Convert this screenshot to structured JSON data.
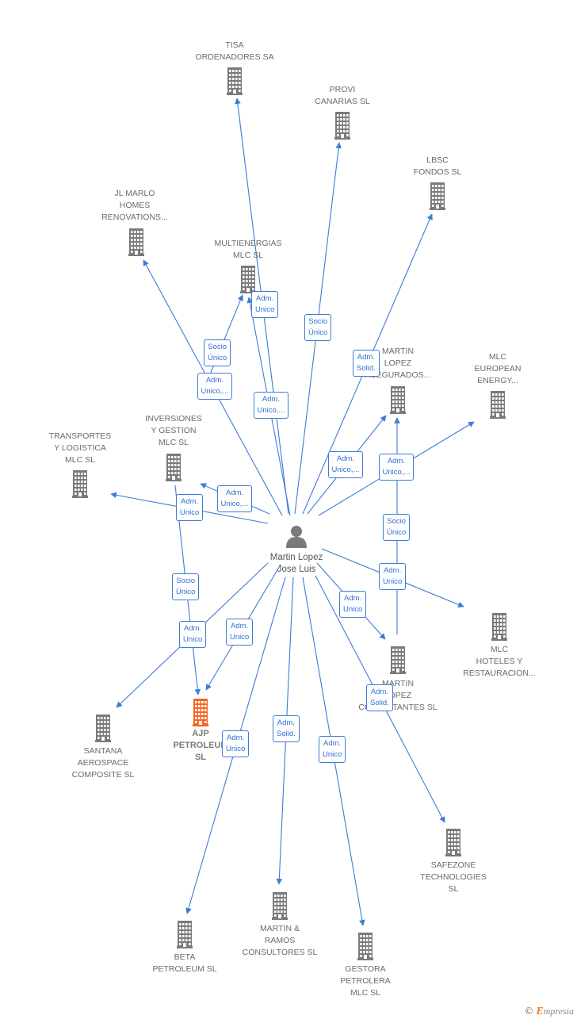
{
  "center": {
    "name": "Martin Lopez\nJose Luis",
    "icon": "person-icon"
  },
  "companies": [
    {
      "id": "tisa",
      "name": "TISA\nORDENADORES SA"
    },
    {
      "id": "provi",
      "name": "PROVI\nCANARIAS SL"
    },
    {
      "id": "lbsc",
      "name": "LBSC\nFONDOS  SL"
    },
    {
      "id": "jlmarlo",
      "name": "JL MARLO\nHOMES\nRENOVATIONS..."
    },
    {
      "id": "multienergias",
      "name": "MULTIENERGIAS\nMLC  SL"
    },
    {
      "id": "mlaseg",
      "name": "MARTIN\nLOPEZ\nASEGURADOS..."
    },
    {
      "id": "mlceur",
      "name": "MLC\nEUROPEAN\nENERGY..."
    },
    {
      "id": "inversiones",
      "name": "INVERSIONES\nY GESTION\nMLC  SL"
    },
    {
      "id": "transportes",
      "name": "TRANSPORTES\nY LOGISTICA\nMLC  SL"
    },
    {
      "id": "mlchot",
      "name": "MLC\nHOTELES Y\nRESTAURACION..."
    },
    {
      "id": "mlcons",
      "name": "MARTIN\nLOPEZ\nCONSULTANTES SL"
    },
    {
      "id": "ajp",
      "name": "AJP\nPETROLEUM\nSL",
      "highlight": true
    },
    {
      "id": "santana",
      "name": "SANTANA\nAEROSPACE\nCOMPOSITE  SL"
    },
    {
      "id": "safezone",
      "name": "SAFEZONE\nTECHNOLOGIES\nSL"
    },
    {
      "id": "martinramos",
      "name": "MARTIN &\nRAMOS\nCONSULTORES SL"
    },
    {
      "id": "beta",
      "name": "BETA\nPETROLEUM  SL"
    },
    {
      "id": "gestora",
      "name": "GESTORA\nPETROLERA\nMLC  SL"
    }
  ],
  "relations": [
    {
      "from": "center",
      "to": "tisa",
      "label": "Adm.\nUnico"
    },
    {
      "from": "center",
      "to": "provi",
      "label": "Socio\nÚnico"
    },
    {
      "from": "center",
      "to": "lbsc",
      "label": "Adm.\nSolid."
    },
    {
      "from": "center",
      "to": "jlmarlo",
      "label": "Adm.\nUnico,..."
    },
    {
      "from": "center",
      "to": "multienergias",
      "label": "Adm.\nUnico,..."
    },
    {
      "from": "jlmarlo_branch",
      "to": "multienergias",
      "label": "Socio\nÚnico"
    },
    {
      "from": "center",
      "to": "mlaseg",
      "label": "Adm.\nUnico,..."
    },
    {
      "from": "center",
      "to": "mlceur",
      "label": "Adm.\nUnico,..."
    },
    {
      "from": "mlcons",
      "to": "mlaseg",
      "label": "Socio\nÚnico"
    },
    {
      "from": "center",
      "to": "inversiones",
      "label": "Adm.\nUnico,..."
    },
    {
      "from": "center",
      "to": "transportes",
      "label": "Adm.\nUnico"
    },
    {
      "from": "inversiones",
      "to": "ajp",
      "label": "Socio\nÚnico"
    },
    {
      "from": "center",
      "to": "mlchot",
      "label": "Adm.\nUnico"
    },
    {
      "from": "center",
      "to": "mlcons",
      "label": "Adm.\nUnico"
    },
    {
      "from": "center",
      "to": "santana",
      "label": "Adm.\nUnico"
    },
    {
      "from": "center",
      "to": "ajp",
      "label": "Adm.\nUnico"
    },
    {
      "from": "center",
      "to": "safezone",
      "label": "Adm.\nSolid."
    },
    {
      "from": "center",
      "to": "martinramos",
      "label": "Adm.\nSolid."
    },
    {
      "from": "center",
      "to": "beta",
      "label": "Adm.\nUnico"
    },
    {
      "from": "center",
      "to": "gestora",
      "label": "Adm.\nUnico"
    }
  ],
  "colors": {
    "edge": "#3d7bd9",
    "building": "#7a7a7a",
    "highlight": "#f26522"
  },
  "brand": {
    "copyright": "©",
    "initial": "E",
    "rest": "mpresia"
  }
}
